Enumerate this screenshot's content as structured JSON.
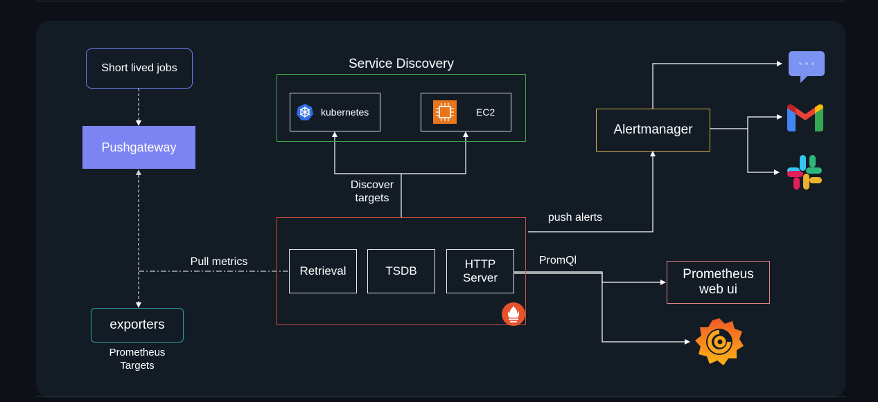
{
  "nodes": {
    "short_lived_jobs": "Short lived jobs",
    "pushgateway": "Pushgateway",
    "exporters": "exporters",
    "prometheus_targets": [
      "Prometheus",
      "Targets"
    ],
    "service_discovery": "Service Discovery",
    "kubernetes": "kubernetes",
    "ec2": "EC2",
    "retrieval": "Retrieval",
    "tsdb": "TSDB",
    "http_server": [
      "HTTP",
      "Server"
    ],
    "alertmanager": "Alertmanager",
    "prometheus_web_ui": [
      "Prometheus",
      "web ui"
    ]
  },
  "edges": {
    "discover_targets": [
      "Discover",
      "targets"
    ],
    "pull_metrics": "Pull metrics",
    "push_alerts": "push alerts",
    "promql": "PromQl"
  },
  "icons": {
    "kubernetes": "kubernetes-icon",
    "ec2": "ec2-chip-icon",
    "prometheus": "prometheus-flame-icon",
    "chat": "google-chat-icon",
    "gmail": "gmail-icon",
    "slack": "slack-icon",
    "grafana": "grafana-icon"
  },
  "colors": {
    "pushgateway_fill": "#7c83f2",
    "short_lived_border": "#6b7cf0",
    "exporters_border": "#2aa7a0",
    "service_discovery_border": "#3fa34d",
    "prometheus_server_border": "#c9503a",
    "alertmanager_border": "#d9b44a",
    "web_ui_border": "#e6868a",
    "inner_border": "#e6e6e6"
  }
}
